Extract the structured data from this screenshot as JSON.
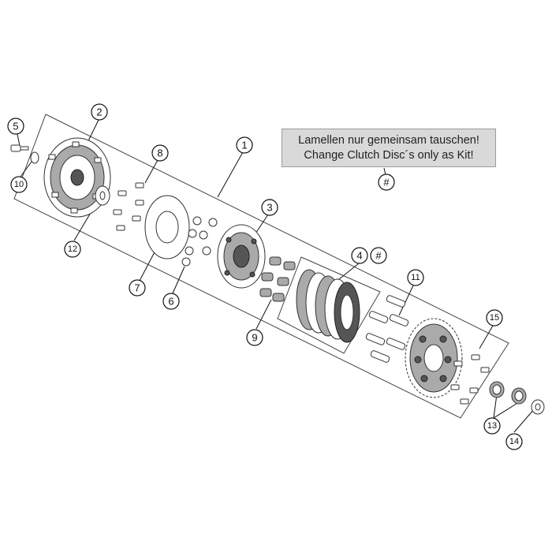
{
  "note": {
    "line1": "Lamellen nur gemeinsam tauschen!",
    "line2": "Change Clutch Disc´s only as Kit!"
  },
  "callouts": {
    "c1": "1",
    "c2": "2",
    "c3": "3",
    "c4": "4",
    "c4hash": "#",
    "c5": "5",
    "c6": "6",
    "c7": "7",
    "c8": "8",
    "c9": "9",
    "c10": "10",
    "c11": "11",
    "c12": "12",
    "c13": "13",
    "c14": "14",
    "c15": "15",
    "note_hash": "#"
  },
  "colors": {
    "line": "#111111",
    "note_bg": "#d9d9d9",
    "note_border": "#9a9a9a"
  }
}
